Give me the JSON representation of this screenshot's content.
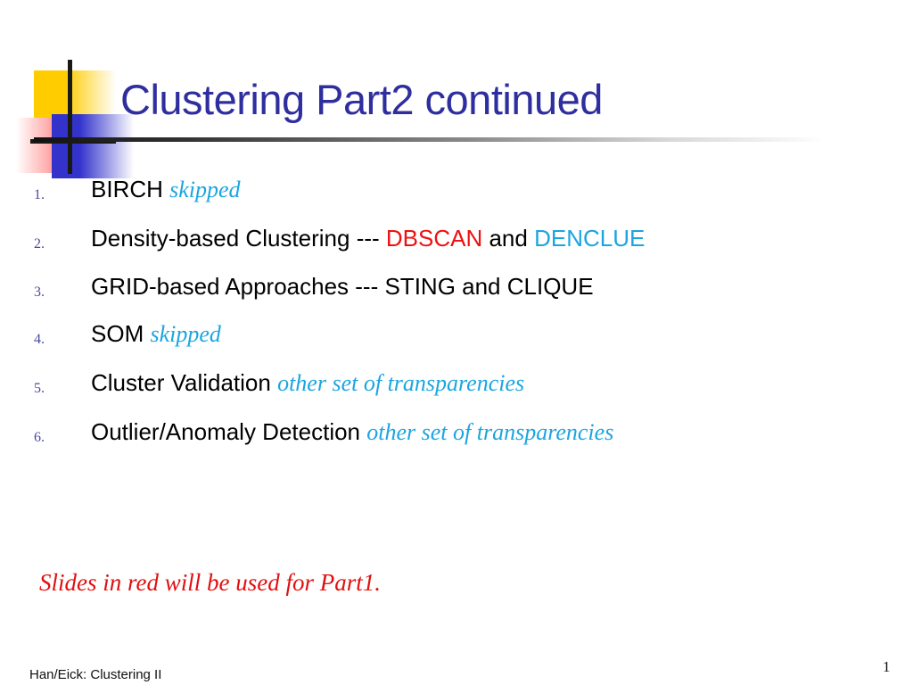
{
  "slide": {
    "title": "Clustering Part2 continued",
    "note": "Slides in red will be used for Part1.",
    "footer_left": "Han/Eick: Clustering II",
    "page_number": "1"
  },
  "colors": {
    "title": "#2E2E9E",
    "accent_cyan": "#1BA5E0",
    "accent_red": "#EE1111",
    "note_red": "#E01010",
    "number": "#4A4AA0",
    "logo_yellow": "#FFCC00",
    "logo_blue": "#3333CC",
    "logo_red": "#F02020",
    "logo_bar": "#1A1A14"
  },
  "bullets": [
    {
      "number": "1.",
      "segments": [
        {
          "text": "BIRCH ",
          "style": "plain"
        },
        {
          "text": "skipped",
          "style": "cyan-italic"
        }
      ]
    },
    {
      "number": "2.",
      "segments": [
        {
          "text": "Density-based Clustering --- ",
          "style": "plain"
        },
        {
          "text": "DBSCAN",
          "style": "red"
        },
        {
          "text": " and ",
          "style": "plain"
        },
        {
          "text": "DENCLUE",
          "style": "cyan"
        }
      ]
    },
    {
      "number": "3.",
      "segments": [
        {
          "text": "GRID-based Approaches --- STING and CLIQUE",
          "style": "plain"
        }
      ]
    },
    {
      "number": "4.",
      "segments": [
        {
          "text": "SOM ",
          "style": "plain"
        },
        {
          "text": "skipped",
          "style": "cyan-italic"
        }
      ]
    },
    {
      "number": "5.",
      "segments": [
        {
          "text": "Cluster Validation ",
          "style": "plain"
        },
        {
          "text": "other set of transparencies",
          "style": "cyan-italic"
        }
      ]
    },
    {
      "number": "6.",
      "segments": [
        {
          "text": "Outlier/Anomaly Detection ",
          "style": "plain"
        },
        {
          "text": "other set of transparencies",
          "style": "cyan-italic"
        }
      ]
    }
  ]
}
